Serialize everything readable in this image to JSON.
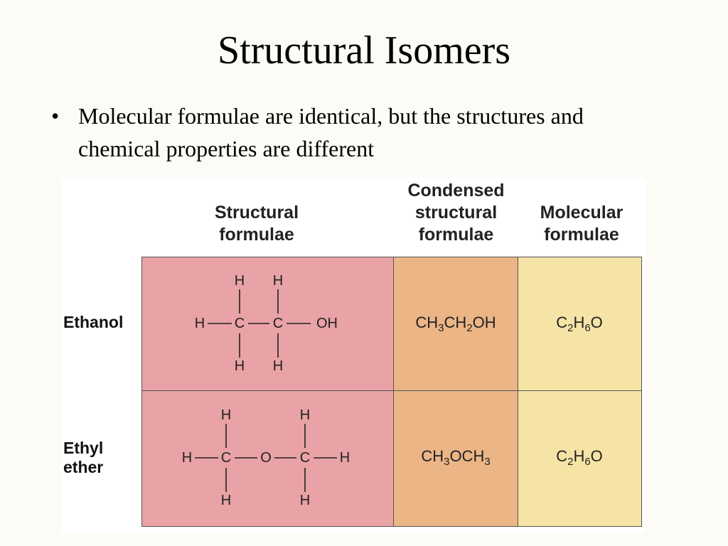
{
  "slide": {
    "title": "Structural Isomers",
    "bullet": "Molecular formulae are identical, but the structures and chemical properties are different"
  },
  "table": {
    "headers": {
      "structural": [
        "Structural",
        "formulae"
      ],
      "condensed": [
        "Condensed",
        "structural",
        "formulae"
      ],
      "molecular": [
        "Molecular",
        "formulae"
      ]
    },
    "rows": [
      {
        "label": [
          "Ethanol"
        ],
        "structure": {
          "top_h": [
            "H",
            "H"
          ],
          "bottom_h": [
            "H",
            "H"
          ],
          "chain": [
            "H",
            "C",
            "C",
            "OH"
          ]
        },
        "condensed": [
          [
            "CH",
            "3"
          ],
          [
            "CH",
            "2"
          ],
          [
            "OH",
            ""
          ]
        ],
        "molecular": [
          [
            "C",
            "2"
          ],
          [
            "H",
            "6"
          ],
          [
            "O",
            ""
          ]
        ]
      },
      {
        "label": [
          "Ethyl",
          "ether"
        ],
        "structure": {
          "top_h": [
            "H",
            "H"
          ],
          "bottom_h": [
            "H",
            "H"
          ],
          "chain": [
            "H",
            "C",
            "O",
            "C",
            "H"
          ]
        },
        "condensed": [
          [
            "CH",
            "3"
          ],
          [
            "OCH",
            "3"
          ]
        ],
        "molecular": [
          [
            "C",
            "2"
          ],
          [
            "H",
            "6"
          ],
          [
            "O",
            ""
          ]
        ]
      }
    ],
    "colors": {
      "structural_cell": "#e9a2a5",
      "condensed_cell": "#ebb586",
      "molecular_cell": "#f6e3a6"
    }
  }
}
